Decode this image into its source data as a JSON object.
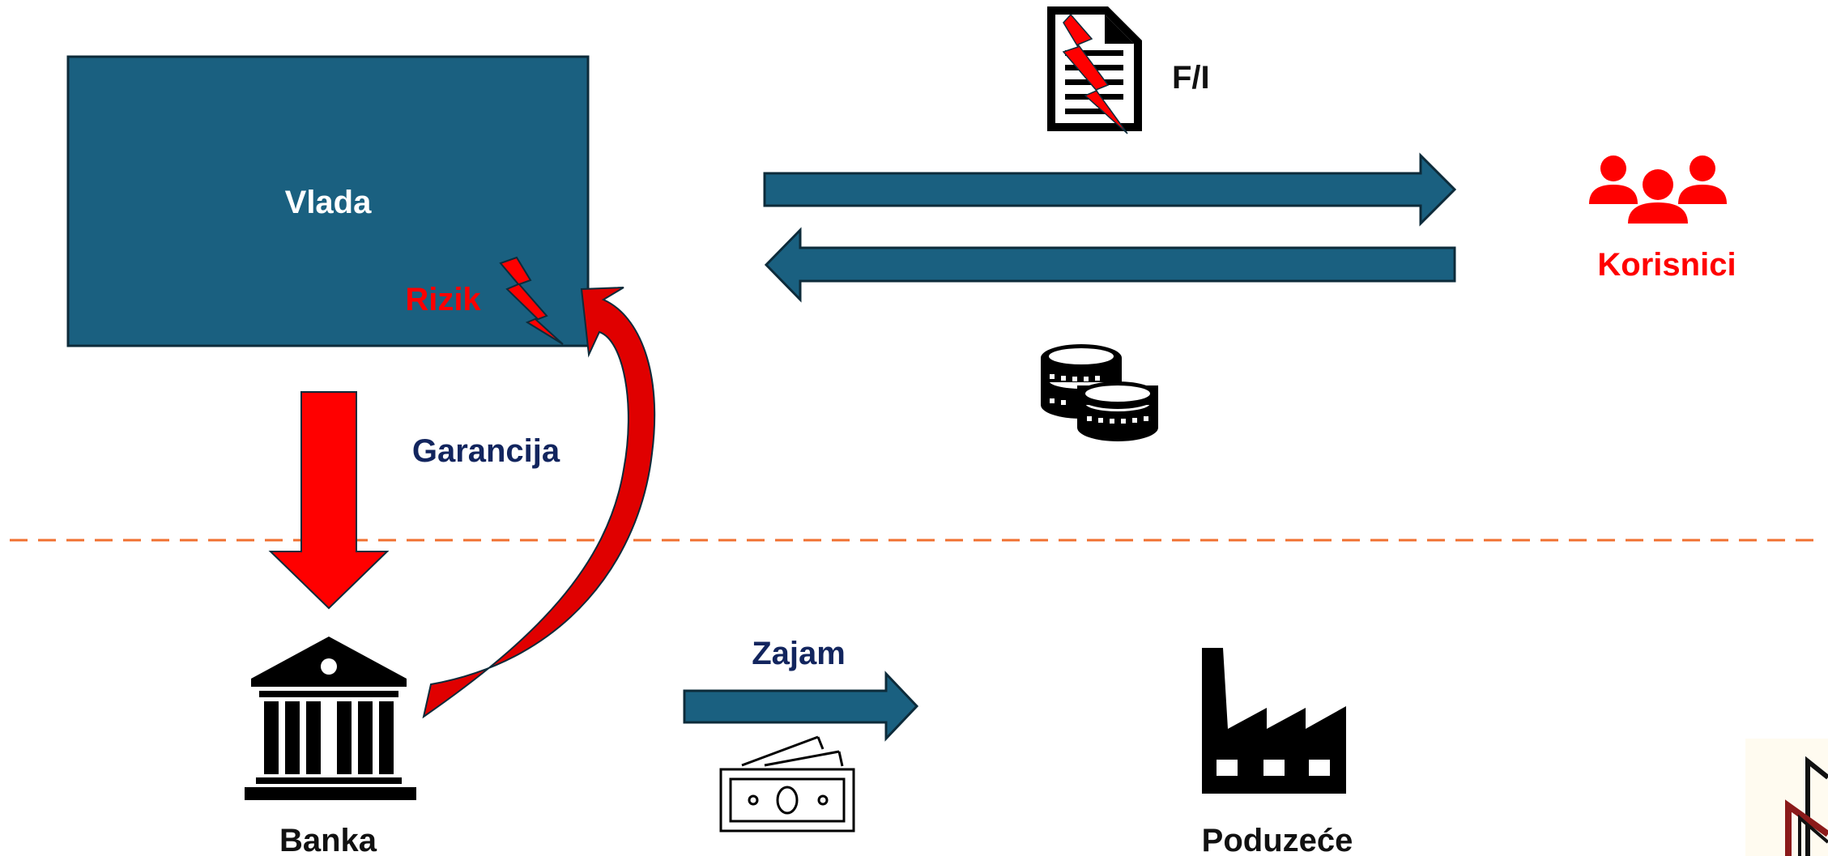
{
  "colors": {
    "box": "#1a6080",
    "arrow": "#1a6080",
    "risk": "#ff0000",
    "dark_red": "#c00000",
    "navy_text": "#12255e",
    "divider": "#f07030",
    "icon": "#000000"
  },
  "nodes": {
    "vlada": "Vlada",
    "rizik": "Rizik",
    "korisnici": "Korisnici",
    "banka": "Banka",
    "poduzece": "Poduzeće"
  },
  "edges": {
    "fi": "F/I",
    "garancija": "Garancija",
    "zajam": "Zajam"
  },
  "icons": [
    "document-lightning-icon",
    "users-group-icon",
    "coins-icon",
    "bank-icon",
    "banknote-icon",
    "factory-icon",
    "lightning-icon",
    "logo-icon"
  ]
}
